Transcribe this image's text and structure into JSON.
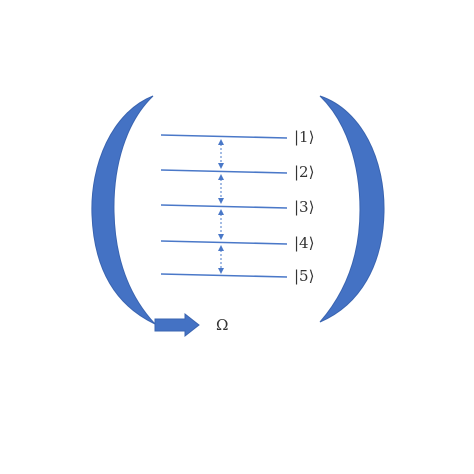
{
  "diagram": {
    "colors": {
      "mirror": "#4472C4",
      "mirror_stroke": "#3A64B0",
      "level_line": "#4A78C8",
      "arrow": "#4472C4",
      "text": "#333333"
    },
    "levels": [
      {
        "label": "|1⟩"
      },
      {
        "label": "|2⟩"
      },
      {
        "label": "|3⟩"
      },
      {
        "label": "|4⟩"
      },
      {
        "label": "|5⟩"
      }
    ],
    "drive": {
      "label": "Ω"
    }
  }
}
